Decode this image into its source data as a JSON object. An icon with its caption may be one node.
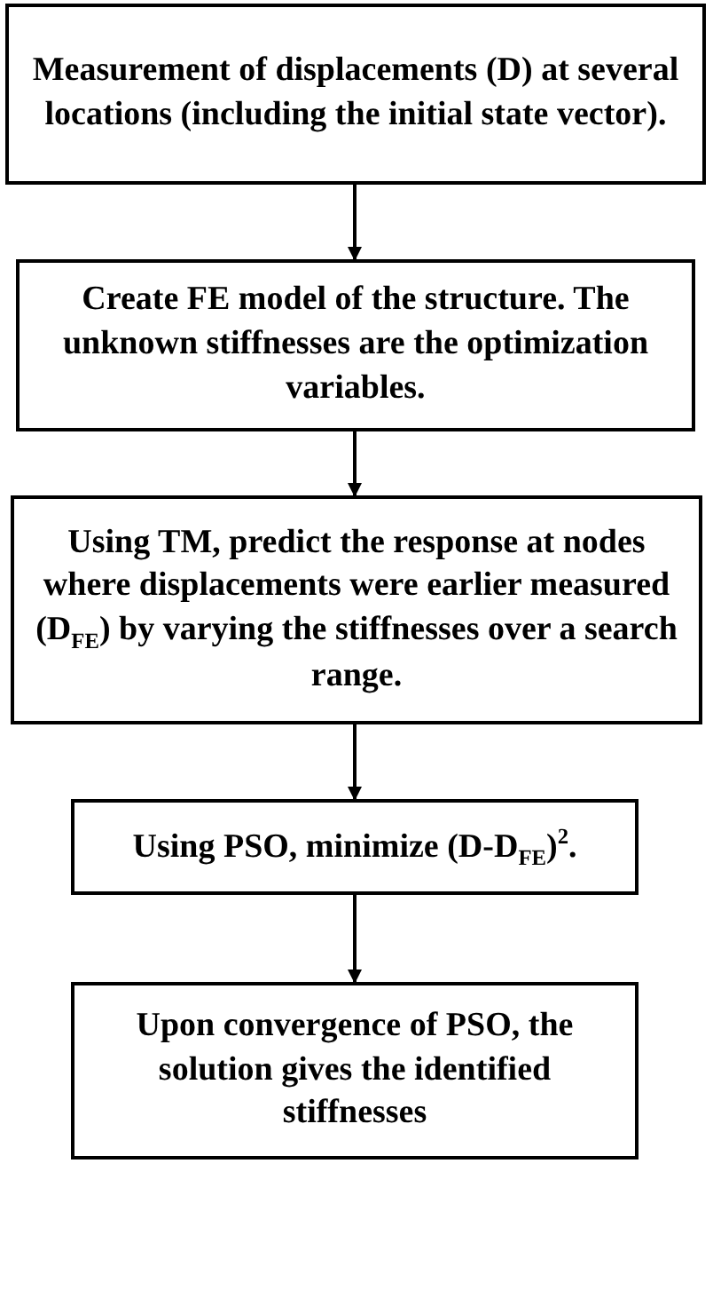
{
  "diagram": {
    "nodes": [
      {
        "text": [
          "Measurement of  displacements (D) at several locations (including the initial state vector)."
        ]
      },
      {
        "text": [
          "Create FE model of the structure. The unknown stiffnesses are the optimization variables."
        ]
      },
      {
        "text": [
          "Using TM, predict  the response at nodes where displacements were earlier measured (D$_{FE}$) by varying the stiffnesses over a search range."
        ]
      },
      {
        "text": [
          "Using PSO,  minimize (D-D$_{FE}$)$^{2}$."
        ]
      },
      {
        "text": [
          "Upon convergence of PSO, the solution gives the identified stiffnesses"
        ]
      }
    ],
    "edges": [
      {
        "from": 0,
        "to": 1,
        "arrow": "to"
      },
      {
        "from": 1,
        "to": 2,
        "arrow": "to"
      },
      {
        "from": 2,
        "to": 3,
        "arrow": "to"
      },
      {
        "from": 3,
        "to": 4,
        "arrow": "to"
      }
    ]
  }
}
